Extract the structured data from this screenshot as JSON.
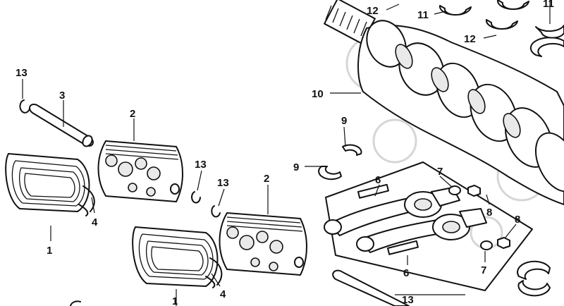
{
  "callouts": {
    "c13a": "13",
    "c3": "3",
    "c2a": "2",
    "c13b": "13",
    "c13c": "13",
    "c2b": "2",
    "c4a": "4",
    "c1a": "1",
    "c4b": "4",
    "c1b": "1",
    "c13d": "13",
    "c12a": "12",
    "c11a": "11",
    "c11b": "11",
    "c12b": "12",
    "c10": "10",
    "c9a": "9",
    "c9b": "9",
    "c6a": "6",
    "c7a": "7",
    "c8a": "8",
    "c8b": "8",
    "c6b": "6",
    "c7b": "7"
  },
  "colors": {
    "ink": "#111111",
    "paper": "#ffffff",
    "watermark": "#d6d6d6"
  }
}
